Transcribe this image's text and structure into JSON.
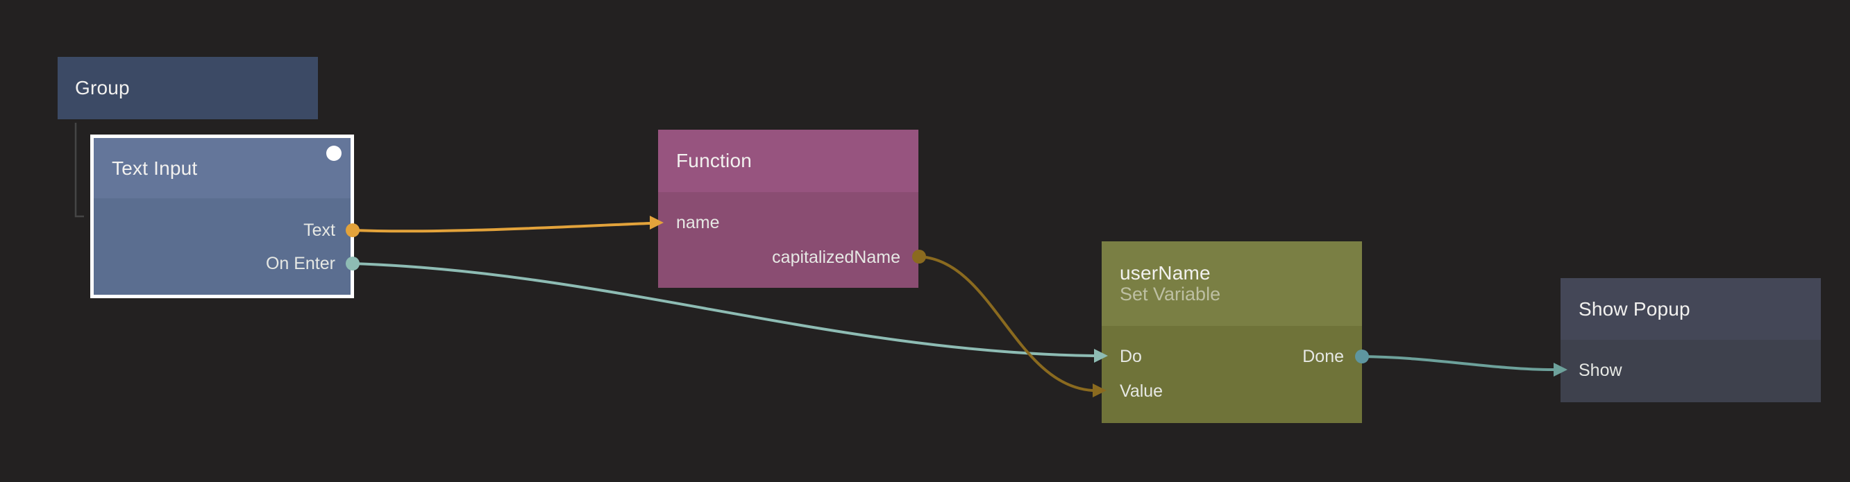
{
  "canvas": {
    "background": "#232121"
  },
  "palette": {
    "background": "#232121",
    "selection_border": "#ffffff",
    "hierarchy_line": "#454545",
    "wire_amber": "#e3a33b",
    "wire_gold_dim": "#8a6a1f",
    "wire_teal_bright": "#8ebcb4",
    "wire_teal_dim": "#6da19b",
    "port_done_dot": "#5e96a0"
  },
  "nodes": {
    "group": {
      "title": "Group",
      "color": "#3c4a65"
    },
    "text_input": {
      "title": "Text Input",
      "selected": true,
      "header_color": "#64769a",
      "body_color": "#5b6e90",
      "outputs": [
        {
          "label": "Text",
          "port_color": "#e3a33b"
        },
        {
          "label": "On Enter",
          "port_color": "#8ebcb4"
        }
      ]
    },
    "function": {
      "title": "Function",
      "header_color": "#97547f",
      "body_color": "#8a4d72",
      "inputs": [
        {
          "label": "name"
        }
      ],
      "outputs": [
        {
          "label": "capitalizedName",
          "port_color": "#8a6a1f"
        }
      ]
    },
    "user_name": {
      "title": "userName",
      "subtitle": "Set Variable",
      "header_color": "#7a7f44",
      "body_color": "#6f7339",
      "inputs": [
        {
          "label": "Do"
        },
        {
          "label": "Value"
        }
      ],
      "outputs": [
        {
          "label": "Done",
          "port_color": "#5e96a0"
        }
      ]
    },
    "show_popup": {
      "title": "Show Popup",
      "header_color": "#444757",
      "body_color": "#3e414d",
      "inputs": [
        {
          "label": "Show"
        }
      ]
    }
  },
  "connections": [
    {
      "from": "Text Input / Text",
      "to": "Function / name",
      "color": "#e3a33b"
    },
    {
      "from": "Text Input / On Enter",
      "to": "userName / Do",
      "color": "#8ebcb4"
    },
    {
      "from": "Function / capitalizedName",
      "to": "userName / Value",
      "color": "#8a6a1f"
    },
    {
      "from": "userName / Done",
      "to": "Show Popup / Show",
      "color": "#6da19b"
    }
  ]
}
